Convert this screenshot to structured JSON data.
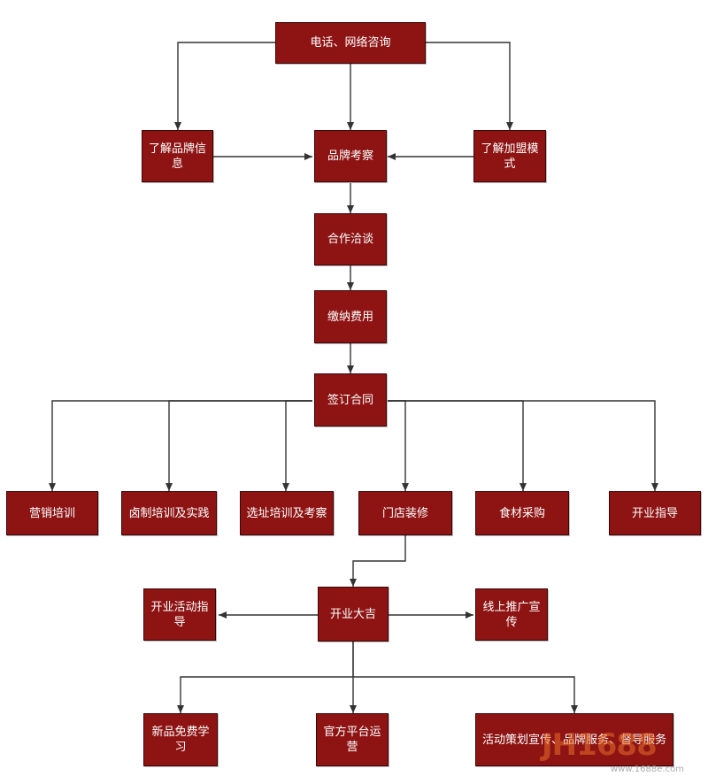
{
  "nodes": {
    "consult": "电话、网络咨询",
    "brand_info": "了解品牌信息",
    "inspect": "品牌考察",
    "join_mode": "了解加盟模式",
    "negotiate": "合作洽谈",
    "pay": "缴纳费用",
    "contract": "签订合同",
    "marketing": "营销培训",
    "braise": "卤制培训及实践",
    "site": "选址培训及考察",
    "decorate": "门店装修",
    "purchase": "食材采购",
    "opening_guide": "开业指导",
    "open": "开业大吉",
    "activity_guide": "开业活动指导",
    "online": "线上推广宣传",
    "new_product": "新品免费学习",
    "platform": "官方平台运营",
    "services": "活动策划宣传、品牌服务、督导服务"
  },
  "colors": {
    "node_fill": "#8e1414",
    "node_border": "#3a0606",
    "node_text": "#ffffff",
    "arrow": "#333333"
  },
  "watermark": {
    "logo": "JH1688",
    "url": "www.1688e.com"
  }
}
